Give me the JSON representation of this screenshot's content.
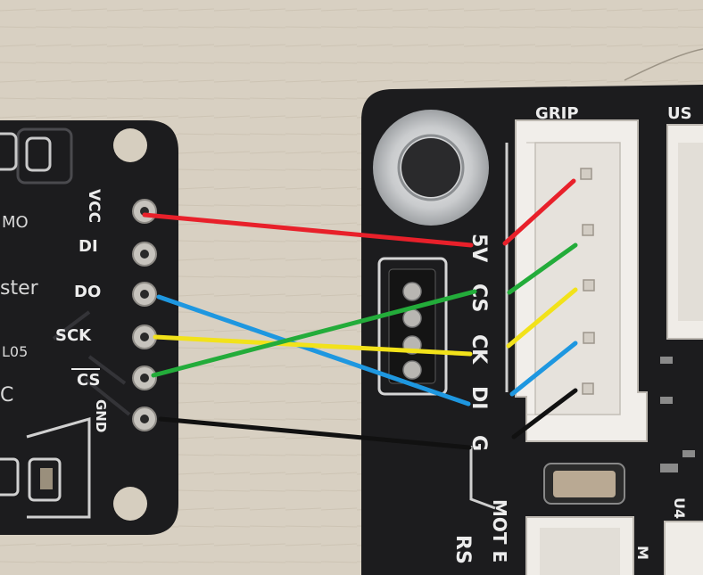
{
  "left_board": {
    "pins": [
      "VCC",
      "DI",
      "DO",
      "SCK",
      "CS",
      "GND"
    ],
    "partial_labels": [
      "MO",
      "ster",
      "L05",
      "C"
    ]
  },
  "right_board": {
    "header_label": "GRIP",
    "side_header_label": "US",
    "pins": [
      "5V",
      "CS",
      "CK",
      "DI",
      "G"
    ],
    "bottom_labels": [
      "MOT E",
      "RS"
    ],
    "chip_label": "U4",
    "partial_right_labels": [
      "M"
    ]
  },
  "wires": [
    {
      "from": "VCC",
      "to": "5V",
      "color": "#e8202a"
    },
    {
      "from": "DO",
      "to": "DI",
      "color": "#1e97e0"
    },
    {
      "from": "SCK",
      "to": "CK",
      "color": "#f2e21a"
    },
    {
      "from": "CS",
      "to": "CS",
      "color": "#23ac3a"
    },
    {
      "from": "GND",
      "to": "G",
      "color": "#111111"
    }
  ]
}
